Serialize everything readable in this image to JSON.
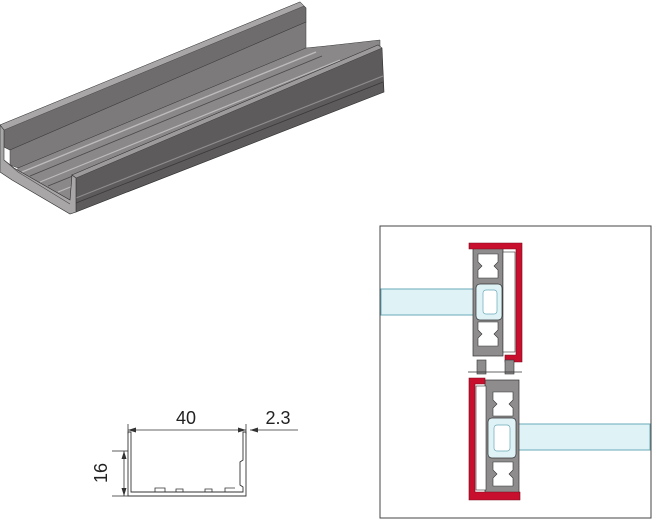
{
  "dimensions": {
    "width_label": "40",
    "thickness_label": "2.3",
    "height_label": "16"
  },
  "colors": {
    "profile_dark": "#5d5b5c",
    "profile_light": "#8e8c8d",
    "profile_top": "#a8a6a7",
    "gasket_red": "#c8102e",
    "glass": "#dff3f7",
    "glass_edge": "#6aa9b8",
    "frame": "#444444"
  }
}
